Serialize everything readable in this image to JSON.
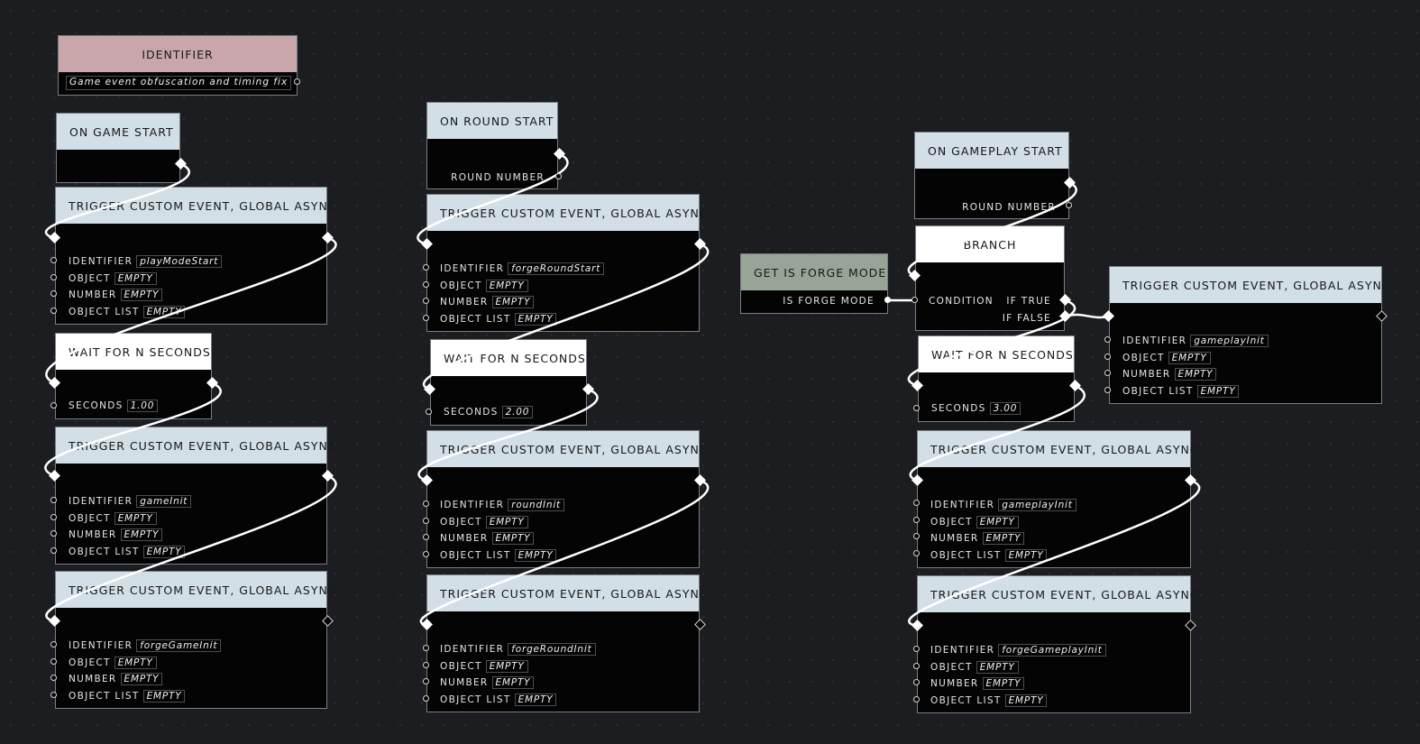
{
  "identifier_node": {
    "title": "IDENTIFIER",
    "value": "Game event obfuscation and timing fix"
  },
  "column1": {
    "on_game_start": {
      "title": "ON GAME START"
    },
    "trigger_play_mode_start": {
      "title": "TRIGGER CUSTOM EVENT, GLOBAL ASYNC",
      "identifier_label": "IDENTIFIER",
      "identifier_value": "playModeStart",
      "object_label": "OBJECT",
      "object_value": "EMPTY",
      "number_label": "NUMBER",
      "number_value": "EMPTY",
      "object_list_label": "OBJECT LIST",
      "object_list_value": "EMPTY"
    },
    "wait": {
      "title": "WAIT FOR N SECONDS",
      "seconds_label": "SECONDS",
      "seconds_value": "1.00"
    },
    "trigger_game_init": {
      "title": "TRIGGER CUSTOM EVENT, GLOBAL ASYNC",
      "identifier_label": "IDENTIFIER",
      "identifier_value": "gameInit",
      "object_label": "OBJECT",
      "object_value": "EMPTY",
      "number_label": "NUMBER",
      "number_value": "EMPTY",
      "object_list_label": "OBJECT LIST",
      "object_list_value": "EMPTY"
    },
    "trigger_forge_game_init": {
      "title": "TRIGGER CUSTOM EVENT, GLOBAL ASYNC",
      "identifier_label": "IDENTIFIER",
      "identifier_value": "forgeGameInit",
      "object_label": "OBJECT",
      "object_value": "EMPTY",
      "number_label": "NUMBER",
      "number_value": "EMPTY",
      "object_list_label": "OBJECT LIST",
      "object_list_value": "EMPTY"
    }
  },
  "column2": {
    "on_round_start": {
      "title": "ON ROUND START",
      "round_number_label": "ROUND NUMBER"
    },
    "trigger_forge_round_start": {
      "title": "TRIGGER CUSTOM EVENT, GLOBAL ASYNC",
      "identifier_label": "IDENTIFIER",
      "identifier_value": "forgeRoundStart",
      "object_label": "OBJECT",
      "object_value": "EMPTY",
      "number_label": "NUMBER",
      "number_value": "EMPTY",
      "object_list_label": "OBJECT LIST",
      "object_list_value": "EMPTY"
    },
    "wait": {
      "title": "WAIT FOR N SECONDS",
      "seconds_label": "SECONDS",
      "seconds_value": "2.00"
    },
    "trigger_round_init": {
      "title": "TRIGGER CUSTOM EVENT, GLOBAL ASYNC",
      "identifier_label": "IDENTIFIER",
      "identifier_value": "roundInit",
      "object_label": "OBJECT",
      "object_value": "EMPTY",
      "number_label": "NUMBER",
      "number_value": "EMPTY",
      "object_list_label": "OBJECT LIST",
      "object_list_value": "EMPTY"
    },
    "trigger_forge_round_init": {
      "title": "TRIGGER CUSTOM EVENT, GLOBAL ASYNC",
      "identifier_label": "IDENTIFIER",
      "identifier_value": "forgeRoundInit",
      "object_label": "OBJECT",
      "object_value": "EMPTY",
      "number_label": "NUMBER",
      "number_value": "EMPTY",
      "object_list_label": "OBJECT LIST",
      "object_list_value": "EMPTY"
    }
  },
  "column3": {
    "get_is_forge_mode": {
      "title": "GET IS FORGE MODE",
      "output_label": "IS FORGE MODE"
    },
    "on_gameplay_start": {
      "title": "ON GAMEPLAY START",
      "round_number_label": "ROUND NUMBER"
    },
    "branch": {
      "title": "BRANCH",
      "condition_label": "CONDITION",
      "if_true_label": "IF TRUE",
      "if_false_label": "IF FALSE"
    },
    "trigger_gameplay_init_false": {
      "title": "TRIGGER CUSTOM EVENT, GLOBAL ASYNC",
      "identifier_label": "IDENTIFIER",
      "identifier_value": "gameplayInit",
      "object_label": "OBJECT",
      "object_value": "EMPTY",
      "number_label": "NUMBER",
      "number_value": "EMPTY",
      "object_list_label": "OBJECT LIST",
      "object_list_value": "EMPTY"
    },
    "wait": {
      "title": "WAIT FOR N SECONDS",
      "seconds_label": "SECONDS",
      "seconds_value": "3.00"
    },
    "trigger_gameplay_init": {
      "title": "TRIGGER CUSTOM EVENT, GLOBAL ASYNC",
      "identifier_label": "IDENTIFIER",
      "identifier_value": "gameplayInit",
      "object_label": "OBJECT",
      "object_value": "EMPTY",
      "number_label": "NUMBER",
      "number_value": "EMPTY",
      "object_list_label": "OBJECT LIST",
      "object_list_value": "EMPTY"
    },
    "trigger_forge_gameplay_init": {
      "title": "TRIGGER CUSTOM EVENT, GLOBAL ASYNC",
      "identifier_label": "IDENTIFIER",
      "identifier_value": "forgeGameplayInit",
      "object_label": "OBJECT",
      "object_value": "EMPTY",
      "number_label": "NUMBER",
      "number_value": "EMPTY",
      "object_list_label": "OBJECT LIST",
      "object_list_value": "EMPTY"
    }
  },
  "colors": {
    "canvas_background": "#1b1d20",
    "event_header": "#d3dfe6",
    "identifier_header": "#c9a6aa",
    "flow_header": "#ffffff",
    "getter_header": "#97a597",
    "node_body": "#040404",
    "wire": "#ffffff"
  }
}
